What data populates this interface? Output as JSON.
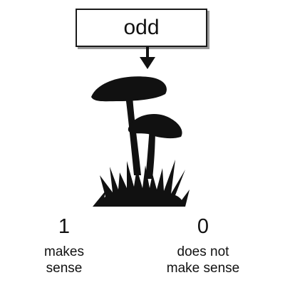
{
  "prompt": {
    "word": "odd"
  },
  "image": {
    "icon": "mushroom-silhouette-icon"
  },
  "choices": [
    {
      "key": "1",
      "label_line1": "makes",
      "label_line2": "sense"
    },
    {
      "key": "0",
      "label_line1": "does not",
      "label_line2": "make sense"
    }
  ],
  "colors": {
    "ink": "#111111",
    "shadow": "#9a9a9a",
    "background": "#ffffff"
  }
}
